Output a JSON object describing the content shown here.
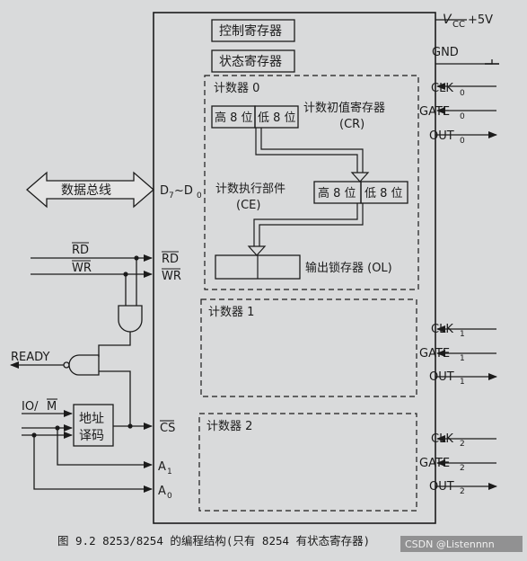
{
  "chip": {
    "vcc": "V",
    "vcc_sub": "CC",
    "plus5": "+5V",
    "gnd": "GND",
    "control_reg": "控制寄存器",
    "status_reg": "状态寄存器"
  },
  "counter0": {
    "title": "计数器 0",
    "high": "高 8 位",
    "low": "低 8 位",
    "cr_name": "计数初值寄存器",
    "cr_abbr": "(CR)",
    "ce_name": "计数执行部件",
    "ce_abbr": "(CE)",
    "ce_high": "高 8 位",
    "ce_low": "低 8 位",
    "ol_name": "输出锁存器 (OL)"
  },
  "counter1": {
    "title": "计数器 1"
  },
  "counter2": {
    "title": "计数器 2"
  },
  "pins_right": {
    "clk0": "CLK",
    "clk0_sub": "0",
    "gate0": "GATE",
    "gate0_sub": "0",
    "out0": "OUT",
    "out0_sub": "0",
    "clk1": "CLK",
    "clk1_sub": "1",
    "gate1": "GATE",
    "gate1_sub": "1",
    "out1": "OUT",
    "out1_sub": "1",
    "clk2": "CLK",
    "clk2_sub": "2",
    "gate2": "GATE",
    "gate2_sub": "2",
    "out2": "OUT",
    "out2_sub": "2"
  },
  "pins_left": {
    "data_bus": "数据总线",
    "d_pin": "D",
    "d_sub_hi": "7",
    "d_tilde": "~D",
    "d_sub_lo": "0",
    "rd": "RD",
    "wr": "WR",
    "rd_in": "RD",
    "wr_in": "WR",
    "ready": "READY",
    "io_m": "IO/",
    "io_m_bar": "M",
    "addr_dec_1": "地址",
    "addr_dec_2": "译码",
    "cs": "CS",
    "a1": "A",
    "a1_sub": "1",
    "a0": "A",
    "a0_sub": "0"
  },
  "caption": {
    "text": "图 9.2   8253/8254 的编程结构(只有 8254 有状态寄存器)",
    "watermark": "CSDN @Listennnn"
  }
}
